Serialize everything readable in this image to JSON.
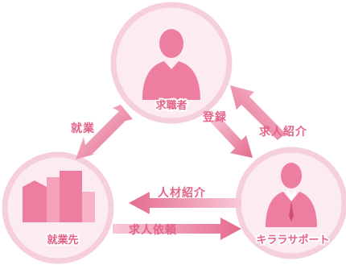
{
  "colors": {
    "accent": "#e36488",
    "circle_ring": "#f6cfdc",
    "circle_fill": "#fbe7ee",
    "arrow_light": "#f4b9cc",
    "arrow_dark": "#e56b8d",
    "figure": "#ee7e9f"
  },
  "nodes": {
    "job_seeker": {
      "label": "求職者",
      "icon": "person-icon"
    },
    "workplace": {
      "label": "就業先",
      "icon": "building-icon"
    },
    "kirara": {
      "label": "キララサポート",
      "icon": "businessman-icon"
    }
  },
  "edges": {
    "employment": "就業",
    "registration": "登録",
    "job_introduction": "求人紹介",
    "talent_introduction": "人材紹介",
    "job_request": "求人依頼"
  }
}
